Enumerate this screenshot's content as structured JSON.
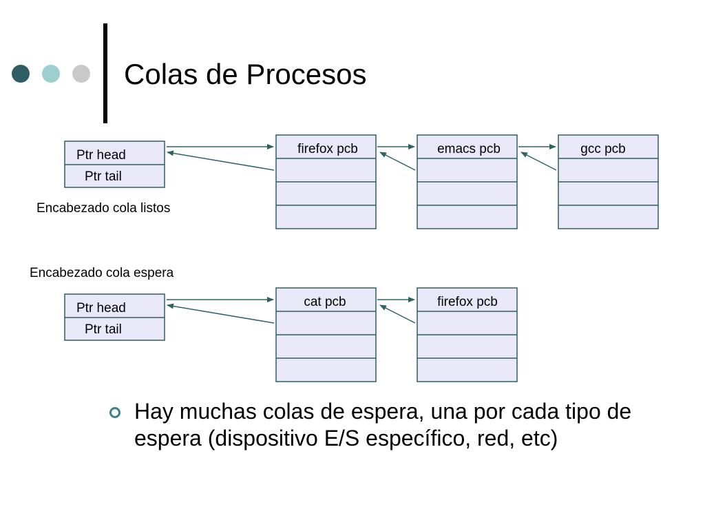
{
  "colors": {
    "dot_1": "#2e5e62",
    "dot_2": "#9ecfd0",
    "dot_3": "#c9c9c9",
    "box_fill": "#e8e8f8",
    "box_border": "#2f5f5f",
    "bullet_ring": "#3f7f86"
  },
  "title": "Colas de Procesos",
  "queues": [
    {
      "header": {
        "caption": "Encabezado cola listos",
        "head_label": "Ptr head",
        "tail_label": "Ptr tail"
      },
      "pcbs": [
        {
          "label": "firefox pcb"
        },
        {
          "label": "emacs pcb"
        },
        {
          "label": "gcc pcb"
        }
      ]
    },
    {
      "header": {
        "caption": "Encabezado cola espera",
        "head_label": "Ptr head",
        "tail_label": "Ptr tail"
      },
      "pcbs": [
        {
          "label": "cat pcb"
        },
        {
          "label": "firefox pcb"
        }
      ]
    }
  ],
  "bullets": [
    {
      "icon": "ring-bullet-icon",
      "text": "Hay muchas colas de espera, una por cada tipo de espera (dispositivo E/S específico, red, etc)"
    }
  ]
}
